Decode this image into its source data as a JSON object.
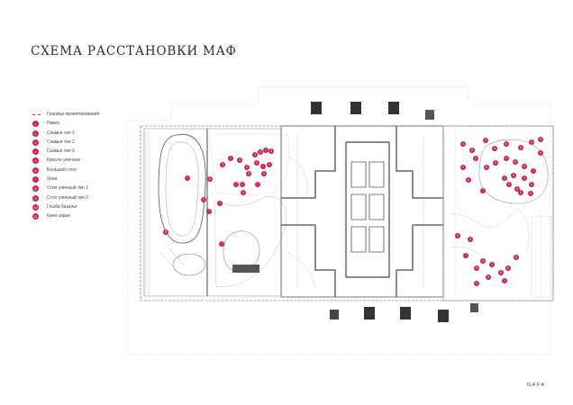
{
  "title": "СХЕМА РАССТАНОВКИ МАФ",
  "legend": [
    {
      "number": "",
      "label": "Граница проектирования",
      "kind": "boundary"
    },
    {
      "number": "1",
      "label": "Навес"
    },
    {
      "number": "2",
      "label": "Скамья тип 1"
    },
    {
      "number": "3",
      "label": "Скамья тип 2"
    },
    {
      "number": "4",
      "label": "Скамья тип 3"
    },
    {
      "number": "5",
      "label": "Кресло уличное"
    },
    {
      "number": "6",
      "label": "Большой стол"
    },
    {
      "number": "7",
      "label": "Урна"
    },
    {
      "number": "8",
      "label": "Стол уличный тип 1"
    },
    {
      "number": "9",
      "label": "Стол уличный тип 2"
    },
    {
      "number": "10",
      "label": "Глыба базальт"
    },
    {
      "number": "11",
      "label": "Кино-экран"
    }
  ],
  "plan": {
    "marker_color": "#c4234d",
    "plan_markers": [
      "1",
      "11",
      "2",
      "5",
      "5",
      "2",
      "5",
      "5",
      "5",
      "5",
      "2",
      "5",
      "5",
      "7",
      "2",
      "5",
      "5",
      "7",
      "5",
      "7",
      "7",
      "7",
      "7",
      "2",
      "5",
      "5",
      "8",
      "5",
      "5",
      "5",
      "5",
      "5",
      "2",
      "5",
      "5",
      "5",
      "5",
      "5",
      "5",
      "5",
      "7",
      "2",
      "5",
      "5",
      "5",
      "5",
      "5",
      "5",
      "5",
      "5",
      "7",
      "5",
      "5",
      "7",
      "5",
      "5",
      "5",
      "5",
      "5",
      "2",
      "5",
      "5",
      "5"
    ]
  },
  "logo": "GAFA"
}
